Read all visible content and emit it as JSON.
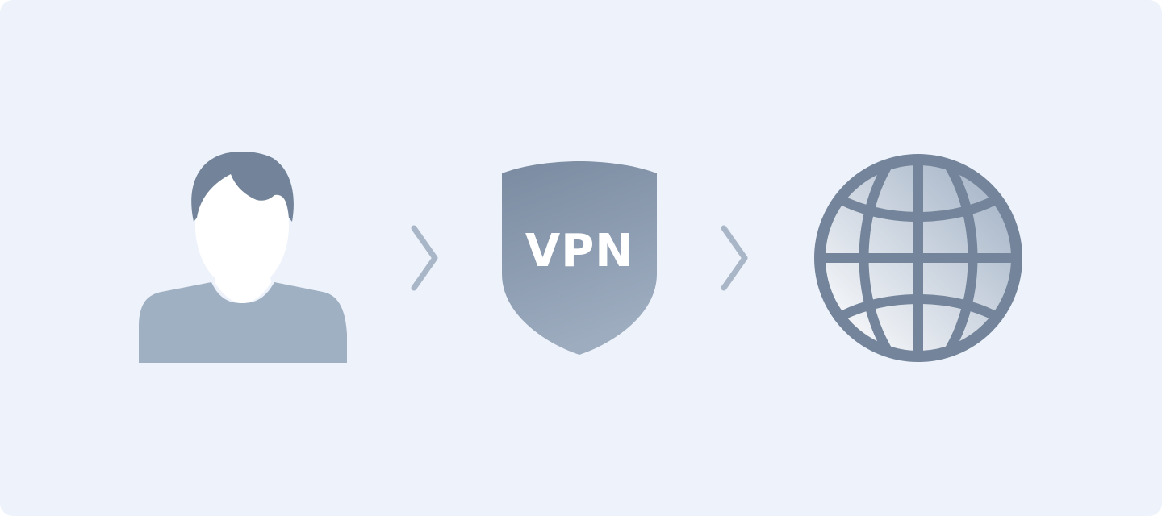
{
  "diagram": {
    "nodes": [
      {
        "id": "user",
        "icon": "user-icon"
      },
      {
        "id": "vpn",
        "icon": "shield-icon",
        "label": "VPN"
      },
      {
        "id": "internet",
        "icon": "globe-icon"
      }
    ],
    "connectors": [
      {
        "from": "user",
        "to": "vpn",
        "icon": "chevron-right-icon"
      },
      {
        "from": "vpn",
        "to": "internet",
        "icon": "chevron-right-icon"
      }
    ]
  },
  "colors": {
    "background": "#eef3fb",
    "user_body": "#a0b0c3",
    "user_hair": "#73849a",
    "user_face": "#ffffff",
    "shield_top": "#7a8aa0",
    "shield_bottom": "#9dacbf",
    "connector": "#a9b6c7",
    "globe_stroke": "#74849a",
    "globe_fill_light": "#f8f9fb",
    "globe_fill_dark": "#a6b5c8"
  }
}
